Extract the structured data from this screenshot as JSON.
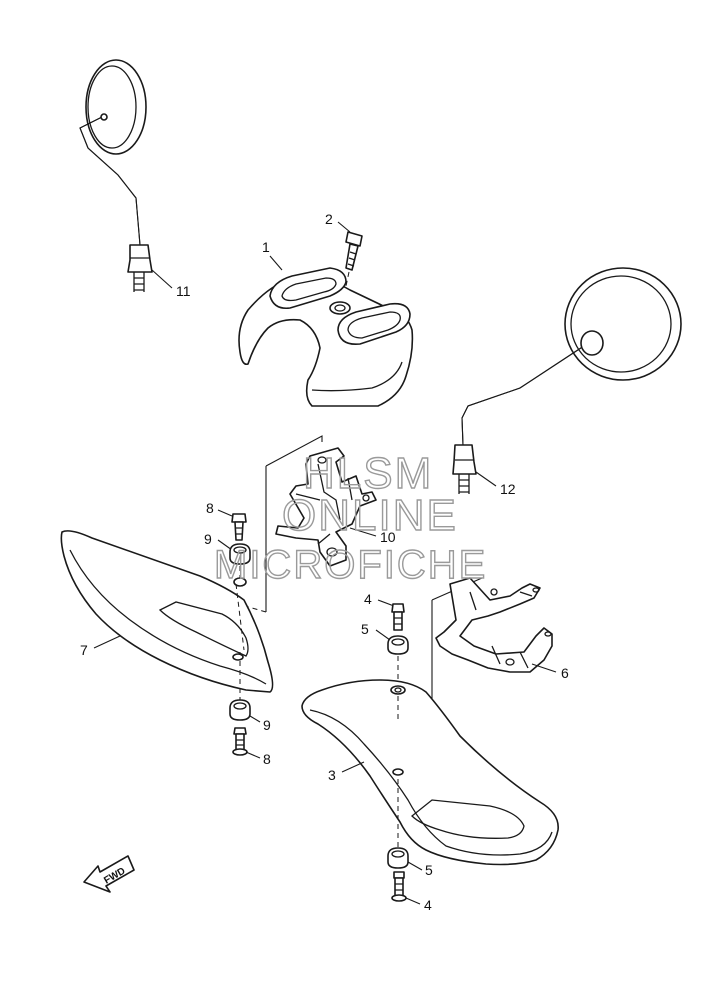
{
  "watermark": {
    "line1": "HLSM",
    "line2": "ONLINE",
    "line3": "MICROFICHE"
  },
  "fwd_label": "FWD",
  "callouts": [
    {
      "id": "c1",
      "label": "1"
    },
    {
      "id": "c2",
      "label": "2"
    },
    {
      "id": "c3",
      "label": "3"
    },
    {
      "id": "c4a",
      "label": "4"
    },
    {
      "id": "c4b",
      "label": "4"
    },
    {
      "id": "c5a",
      "label": "5"
    },
    {
      "id": "c5b",
      "label": "5"
    },
    {
      "id": "c6",
      "label": "6"
    },
    {
      "id": "c7",
      "label": "7"
    },
    {
      "id": "c8a",
      "label": "8"
    },
    {
      "id": "c8b",
      "label": "8"
    },
    {
      "id": "c9a",
      "label": "9"
    },
    {
      "id": "c9b",
      "label": "9"
    },
    {
      "id": "c10",
      "label": "10"
    },
    {
      "id": "c11",
      "label": "11"
    },
    {
      "id": "c12",
      "label": "12"
    }
  ]
}
